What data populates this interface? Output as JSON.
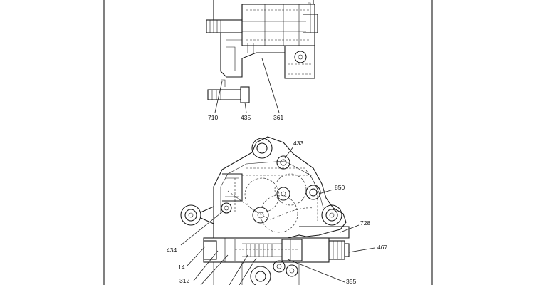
{
  "labels": {
    "c710": "710",
    "c435": "435",
    "c361": "361",
    "c433": "433",
    "c850": "850",
    "c728": "728",
    "c467": "467",
    "c434": "434",
    "c14": "14",
    "c312": "312",
    "c355": "355"
  }
}
